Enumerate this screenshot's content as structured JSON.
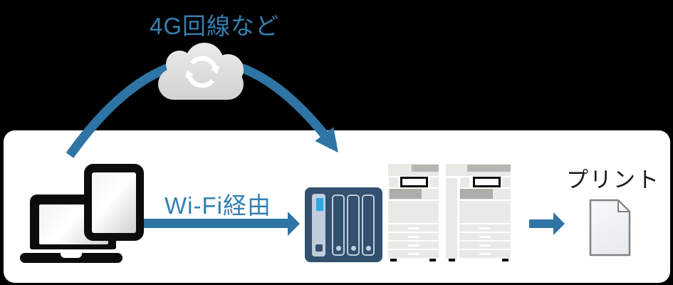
{
  "labels": {
    "cloud_route": "4G回線など",
    "wifi_route": "Wi-Fi経由",
    "print": "プリント"
  },
  "colors": {
    "accent_blue": "#2E74A4",
    "label_blue": "#3380B3",
    "ink": "#1A1A1A",
    "device_black": "#0C0C0C",
    "nas_body": "#33506E",
    "nas_panel": "#BFCDDD",
    "nas_led": "#2BA9E0",
    "pr_light": "#E9E9E6",
    "pr_mid": "#B6B6B3",
    "pr_dark": "#ACACA9",
    "cloud_top": "#EDEDED",
    "cloud_bottom": "#D0D0D0",
    "doc_border": "#828282",
    "panel_white": "#FFFFFF",
    "background": "#000000"
  },
  "icons": {
    "cloud_sync": "cloud with circular sync arrows",
    "curved_arrow": "blue arc arrow from devices over cloud to NAS",
    "laptop": "black laptop outline",
    "tablet": "black tablet outline",
    "wifi_arrow": "solid right arrow",
    "nas": "NAS box with 3 drive bays and status LED",
    "copier": "multifunction printer with drawers",
    "print_arrow": "solid right arrow",
    "document": "page with folded top-right corner"
  }
}
